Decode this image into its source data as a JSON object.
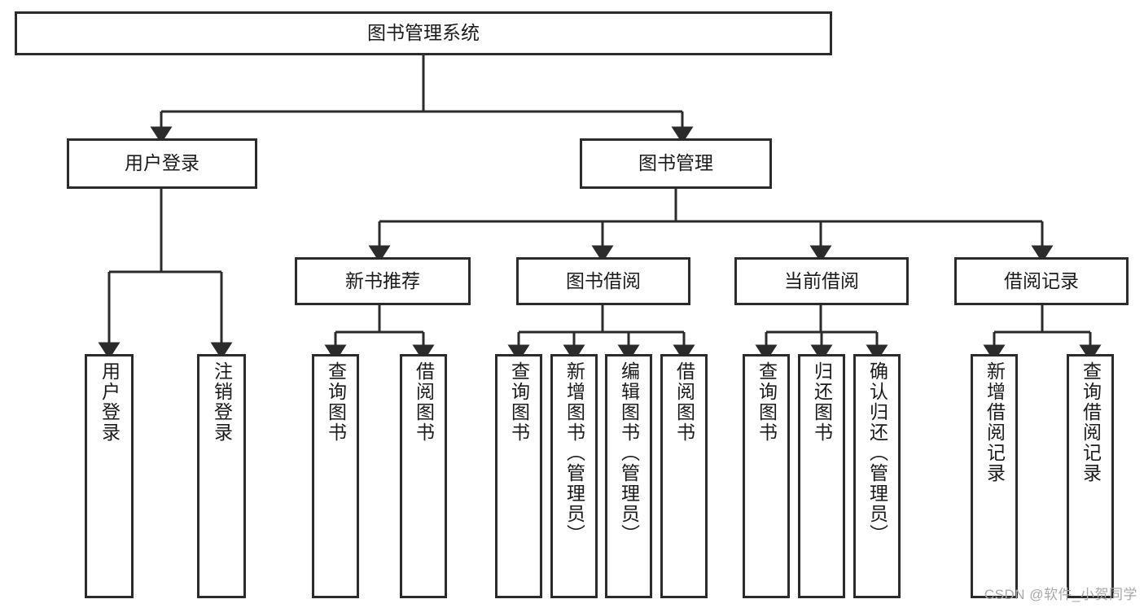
{
  "diagram": {
    "title": "图书管理系统",
    "watermark": "CSDN @软件_小贺同学",
    "stroke_color": "#2b2b2b",
    "text_color": "#1a1a1a",
    "background": "#ffffff",
    "root": {
      "label": "图书管理系统"
    },
    "level2": [
      {
        "label": "用户登录"
      },
      {
        "label": "图书管理"
      }
    ],
    "level3": [
      {
        "label": "新书推荐"
      },
      {
        "label": "图书借阅"
      },
      {
        "label": "当前借阅"
      },
      {
        "label": "借阅记录"
      }
    ],
    "leaves": {
      "user_login": [
        {
          "label": "用户登录"
        },
        {
          "label": "注销登录"
        }
      ],
      "new_book_recommend": [
        {
          "label": "查询图书"
        },
        {
          "label": "借阅图书"
        }
      ],
      "book_borrow": [
        {
          "label": "查询图书"
        },
        {
          "label": "新增图书（管理员）"
        },
        {
          "label": "编辑图书（管理员）"
        },
        {
          "label": "借阅图书"
        }
      ],
      "current_borrow": [
        {
          "label": "查询图书"
        },
        {
          "label": "归还图书"
        },
        {
          "label": "确认归还（管理员）"
        }
      ],
      "borrow_record": [
        {
          "label": "新增借阅记录"
        },
        {
          "label": "查询借阅记录"
        }
      ]
    }
  }
}
